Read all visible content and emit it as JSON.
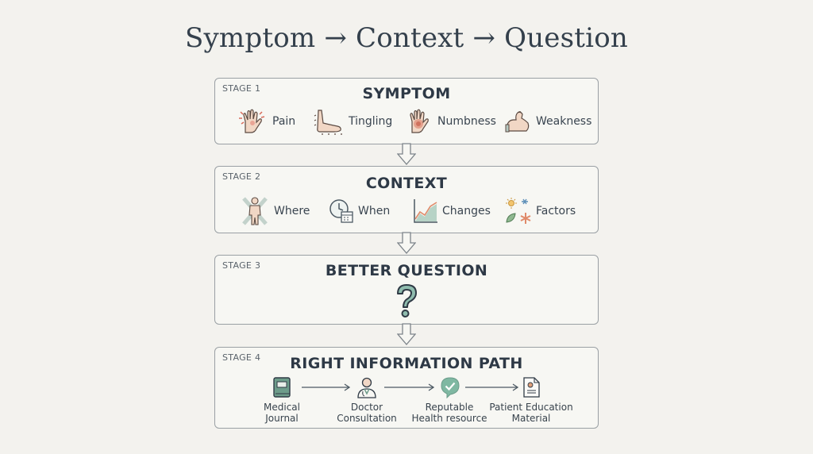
{
  "title": "Symptom → Context → Question",
  "stages": [
    {
      "tag": "STAGE 1",
      "heading": "SYMPTOM",
      "items": [
        {
          "label": "Pain",
          "icon": "hand-pain-icon"
        },
        {
          "label": "Tingling",
          "icon": "foot-tingling-icon"
        },
        {
          "label": "Numbness",
          "icon": "hand-numbness-icon"
        },
        {
          "label": "Weakness",
          "icon": "arm-weakness-icon"
        }
      ]
    },
    {
      "tag": "STAGE 2",
      "heading": "CONTEXT",
      "items": [
        {
          "label": "Where",
          "icon": "body-location-icon"
        },
        {
          "label": "When",
          "icon": "clock-calendar-icon"
        },
        {
          "label": "Changes",
          "icon": "trend-chart-icon"
        },
        {
          "label": "Factors",
          "icon": "factors-icon"
        }
      ]
    },
    {
      "tag": "STAGE 3",
      "heading": "BETTER QUESTION",
      "icon": "question-mark-icon"
    },
    {
      "tag": "STAGE 4",
      "heading": "RIGHT INFORMATION PATH",
      "path": [
        {
          "line1": "Medical",
          "line2": "Journal",
          "icon": "journal-icon"
        },
        {
          "line1": "Doctor",
          "line2": "Consultation",
          "icon": "doctor-icon"
        },
        {
          "line1": "Reputable",
          "line2": "Health resource",
          "icon": "checkmark-badge-icon"
        },
        {
          "line1": "Patient Education",
          "line2": "Material",
          "icon": "document-icon"
        }
      ]
    }
  ],
  "colors": {
    "accent": "#7fa99b",
    "warm": "#e0a07a",
    "border": "#9aa0a4",
    "text": "#2e3946"
  }
}
